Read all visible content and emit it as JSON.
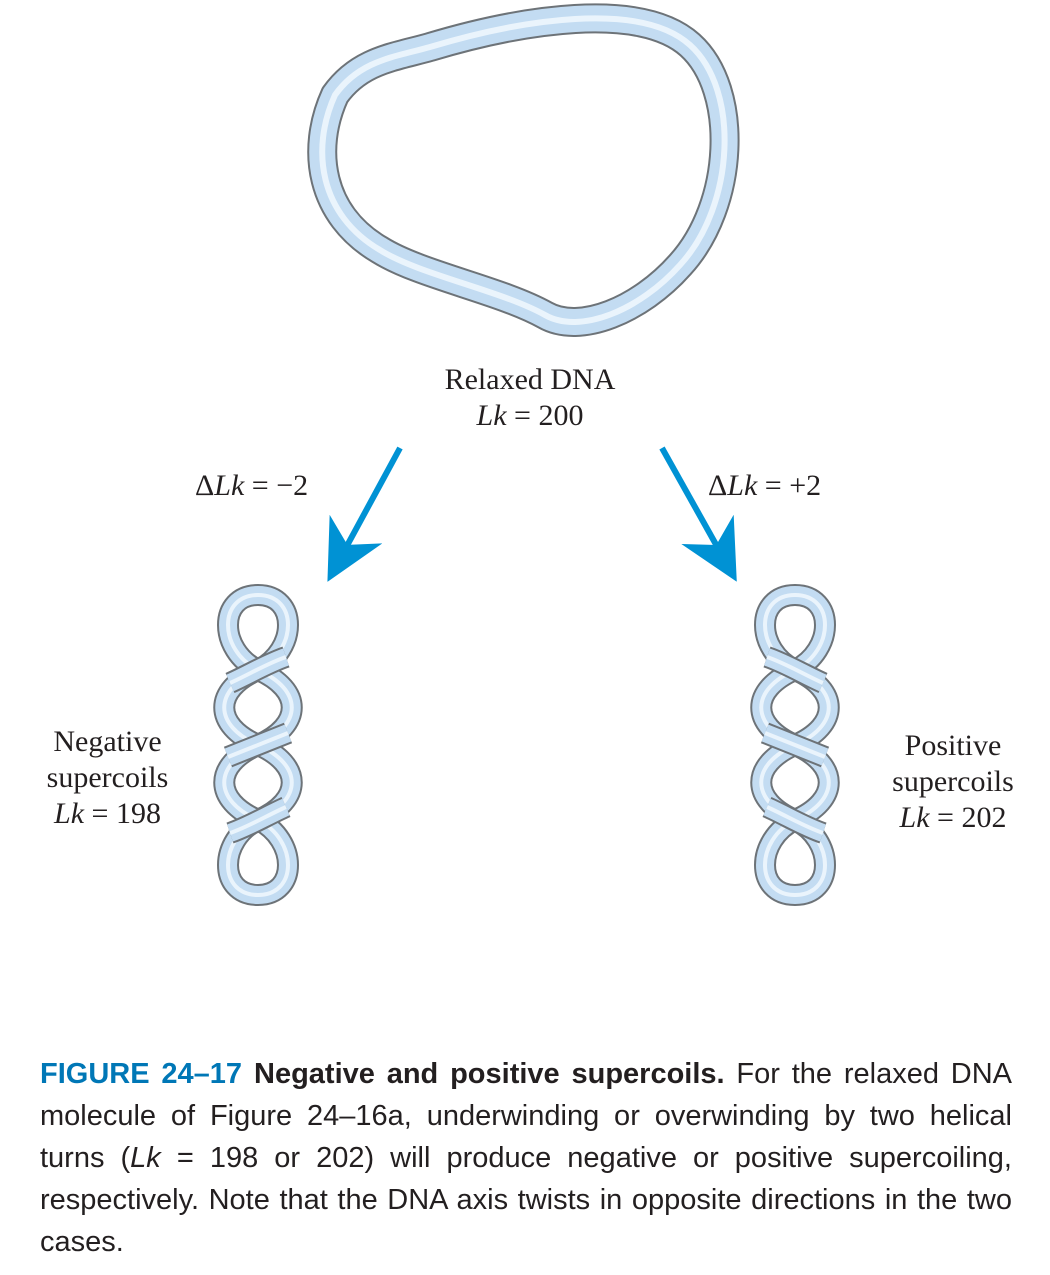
{
  "relaxed": {
    "title": "Relaxed DNA",
    "lk_symbol": "Lk",
    "lk_equals": " = ",
    "lk_value": "200"
  },
  "left_arrow": {
    "delta": "Δ",
    "lk_symbol": "Lk",
    "equals": " = ",
    "value": "−2",
    "color": "#0092d4"
  },
  "right_arrow": {
    "delta": "Δ",
    "lk_symbol": "Lk",
    "equals": " = ",
    "value": "+2",
    "color": "#0092d4"
  },
  "negative": {
    "line1": "Negative",
    "line2": "supercoils",
    "lk_symbol": "Lk",
    "lk_equals": " = ",
    "lk_value": "198"
  },
  "positive": {
    "line1": "Positive",
    "line2": "supercoils",
    "lk_symbol": "Lk",
    "lk_equals": " = ",
    "lk_value": "202"
  },
  "colors": {
    "dna_fill": "#c3dcf2",
    "dna_highlight": "#eaf4fc",
    "dna_outline": "#6d7378"
  },
  "caption": {
    "figure_number": "FIGURE 24–17",
    "title": "Negative and positive supercoils.",
    "text_1": " For the relaxed DNA molecule of Figure 24–16a, underwinding or overwinding by two helical turns (",
    "lk_symbol": "Lk",
    "text_2": " = 198 or 202) will produce negative or positive supercoiling, respectively. Note that the DNA axis twists in opposite directions in the two cases."
  }
}
